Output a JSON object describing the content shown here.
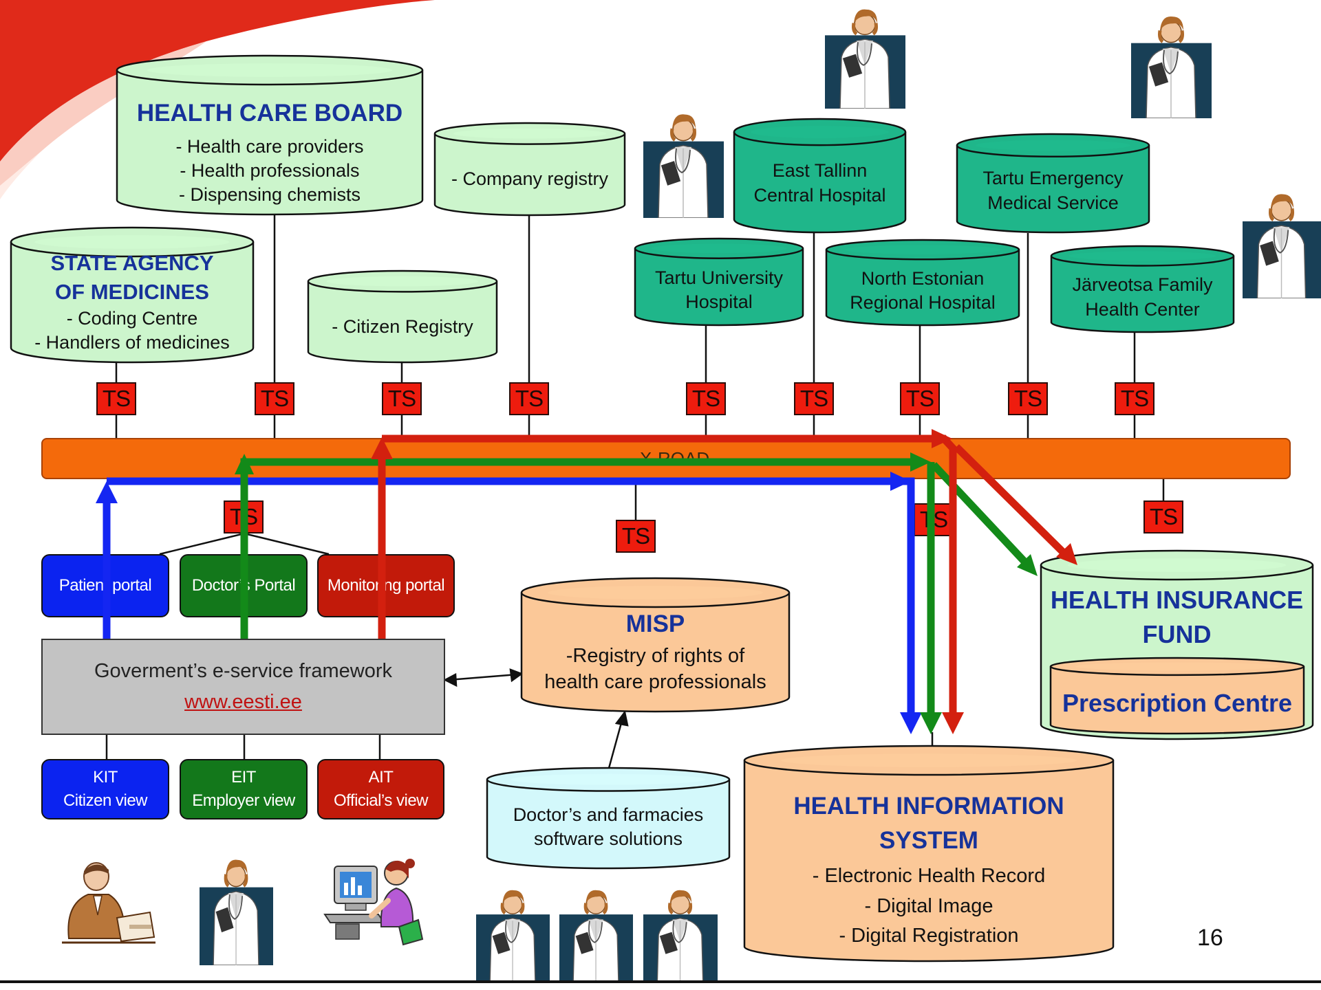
{
  "databases": {
    "health_care_board": {
      "title": "HEALTH CARE BOARD",
      "lines": [
        "- Health care providers",
        "- Health professionals",
        "- Dispensing chemists"
      ]
    },
    "company_registry": {
      "lines": [
        "- Company registry"
      ]
    },
    "state_agency": {
      "title_lines": [
        "STATE AGENCY",
        "OF MEDICINES"
      ],
      "lines": [
        "- Coding Centre",
        "- Handlers of medicines"
      ]
    },
    "citizen_registry": {
      "lines": [
        "- Citizen Registry"
      ]
    },
    "east_tallinn": {
      "lines": [
        "East Tallinn",
        "Central Hospital"
      ]
    },
    "tartu_emergency": {
      "lines": [
        "Tartu Emergency",
        "Medical Service"
      ]
    },
    "tartu_university": {
      "lines": [
        "Tartu University",
        "Hospital"
      ]
    },
    "north_estonian": {
      "lines": [
        "North Estonian",
        "Regional Hospital"
      ]
    },
    "jarveotsa": {
      "lines": [
        "Järveotsa Family",
        "Health Center"
      ]
    },
    "misp": {
      "title": "MISP",
      "lines": [
        "-Registry of rights of",
        "health care professionals"
      ]
    },
    "software": {
      "lines": [
        "Doctor’s and farmacies",
        "software solutions"
      ]
    },
    "his": {
      "title_lines": [
        "HEALTH INFORMATION",
        "SYSTEM"
      ],
      "lines": [
        "- Electronic Health Record",
        "- Digital Image",
        "- Digital Registration"
      ]
    },
    "hif": {
      "title_lines": [
        "HEALTH INSURANCE",
        "FUND"
      ]
    },
    "prescription": {
      "title": "Prescription Centre"
    }
  },
  "ts_label": "TS",
  "xroad_label": "X-ROAD",
  "portals": {
    "patient": "Patient portal",
    "doctor": "Doctor’s Portal",
    "monitoring": "Monitoring portal"
  },
  "framework": {
    "title": "Goverment’s e-service framework",
    "link": "www.eesti.ee"
  },
  "views": {
    "kit": {
      "line1": "KIT",
      "line2": "Citizen view"
    },
    "eit": {
      "line1": "EIT",
      "line2": "Employer view"
    },
    "ait": {
      "line1": "AIT",
      "line2": "Official’s view"
    }
  },
  "page_number": "16",
  "colors": {
    "board_fill": "#ccf5cc",
    "hospital_fill": "#1fb68a",
    "misp_fill": "#fbc898",
    "software_fill": "#d3f8fb",
    "ts_fill": "#ee1c0e",
    "xroad_fill": "#f46a0b",
    "blue_flow": "#1426f2",
    "green_flow": "#138a19",
    "red_flow": "#d3200f",
    "patient_portal": "#0b23f0",
    "doctor_portal": "#13781b",
    "monitoring_portal": "#c21a0a",
    "framework_fill": "#c3c3c3",
    "title_text": "#16329a",
    "doctor_backdrop": "#183f56"
  }
}
